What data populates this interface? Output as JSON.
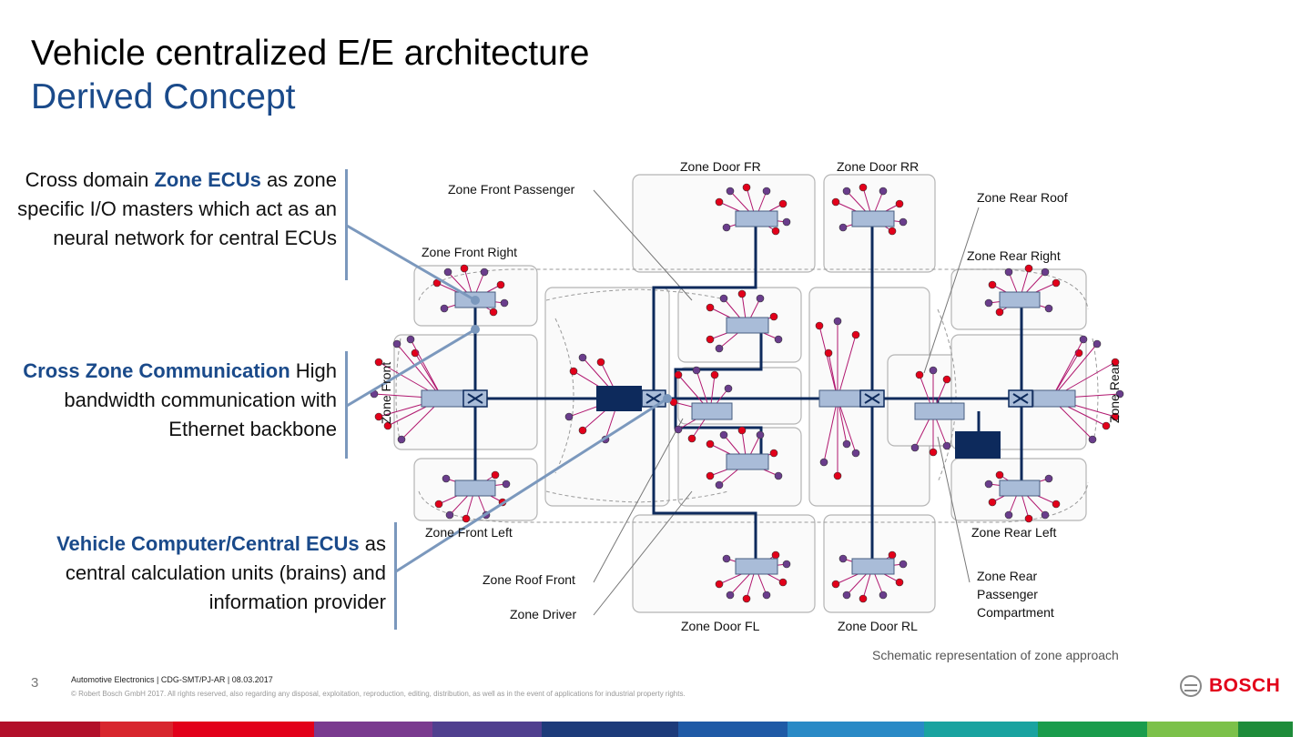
{
  "header": {
    "title": "Vehicle centralized E/E architecture",
    "subtitle": "Derived Concept"
  },
  "callouts": [
    {
      "pre": "Cross domain ",
      "bold": "Zone ECUs",
      "post": " as zone specific I/O masters which act as an neural network for central ECUs"
    },
    {
      "pre": "",
      "bold": "Cross Zone Communication",
      "post": " High bandwidth communication with Ethernet backbone"
    },
    {
      "pre": "",
      "bold": "Vehicle Computer/Central ECUs",
      "post": " as central calculation units (brains) and information provider"
    }
  ],
  "zones": {
    "door_fr": "Zone Door FR",
    "door_rr": "Zone Door RR",
    "front_passenger": "Zone Front Passenger",
    "rear_roof": "Zone Rear Roof",
    "front_right": "Zone Front Right",
    "rear_right": "Zone Rear Right",
    "front": "Zone Front",
    "rear": "Zone Rear",
    "front_left": "Zone Front Left",
    "rear_left": "Zone Rear Left",
    "roof_front": "Zone Roof Front",
    "rear_passenger": "Zone Rear Passenger Compartment",
    "driver": "Zone Driver",
    "door_fl": "Zone Door FL",
    "door_rl": "Zone Door RL"
  },
  "caption": "Schematic representation of zone approach",
  "footer": {
    "page": "3",
    "line1": "Automotive Electronics | CDG-SMT/PJ-AR | 08.03.2017",
    "line2": "© Robert Bosch GmbH 2017. All rights reserved, also regarding any disposal, exploitation, reproduction, editing, distribution, as well as in the event of applications for industrial property rights.",
    "brand": "BOSCH"
  },
  "colors": {
    "backbone": "#0d2a5c",
    "ecu_fill": "#a9bcd8",
    "central_fill": "#0d2a5c",
    "sensor_red": "#e2001a",
    "sensor_purple": "#6a3d8c",
    "wire": "#b0166e",
    "callout_line": "#7b98bd",
    "accent": "#1a4a8a"
  }
}
